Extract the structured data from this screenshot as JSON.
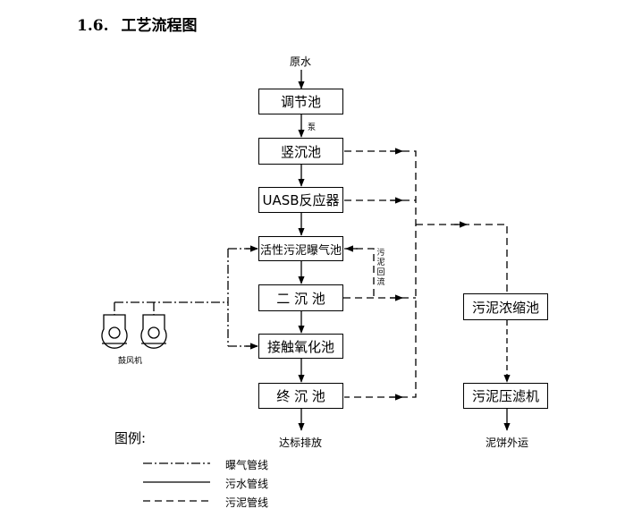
{
  "section": {
    "number": "1.6.",
    "title": "工艺流程图"
  },
  "input": {
    "label": "原水"
  },
  "pump_label": "泵",
  "units": [
    "调节池",
    "竖沉池",
    "UASB反应器",
    "活性污泥曝气池",
    "二 沉 池",
    "接触氧化池",
    "终 沉 池"
  ],
  "sludge_units": [
    "污泥浓缩池",
    "污泥压滤机"
  ],
  "recycle_label": [
    "污",
    "泥",
    "回",
    "流"
  ],
  "blower_label": "鼓风机",
  "discharge_label": "达标排放",
  "sludge_output_label": "泥饼外运",
  "legend": {
    "title": "图例:",
    "items": [
      {
        "style": "dash-dot",
        "label": "曝气管线"
      },
      {
        "style": "solid",
        "label": "污水管线"
      },
      {
        "style": "dashed",
        "label": "污泥管线"
      }
    ]
  }
}
